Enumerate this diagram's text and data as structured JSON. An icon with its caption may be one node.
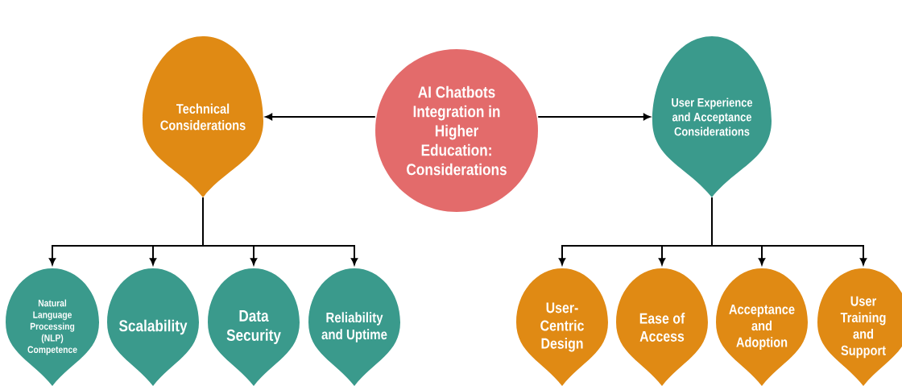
{
  "diagram": {
    "nodes": [
      {
        "text": [
          "AI Chatbots Integration in Higher Education: Considerations"
        ]
      },
      {
        "text": [
          "Technical Considerations"
        ]
      },
      {
        "text": [
          "User Experience and Acceptance Considerations"
        ]
      },
      {
        "text": [
          "Natural Language Processing (NLP) Competence"
        ]
      },
      {
        "text": [
          "Scalability"
        ]
      },
      {
        "text": [
          "Data Security"
        ]
      },
      {
        "text": [
          "Reliability and Uptime"
        ]
      },
      {
        "text": [
          "User-Centric Design"
        ]
      },
      {
        "text": [
          "Ease of Access"
        ]
      },
      {
        "text": [
          "Acceptance and Adoption"
        ]
      },
      {
        "text": [
          "User Training and Support"
        ]
      }
    ],
    "edges": [
      {
        "from": 0,
        "to": 1,
        "arrow": "to"
      },
      {
        "from": 0,
        "to": 2,
        "arrow": "to"
      },
      {
        "from": 1,
        "to": 3,
        "arrow": "to"
      },
      {
        "from": 1,
        "to": 4,
        "arrow": "to"
      },
      {
        "from": 1,
        "to": 5,
        "arrow": "to"
      },
      {
        "from": 1,
        "to": 6,
        "arrow": "to"
      },
      {
        "from": 2,
        "to": 7,
        "arrow": "to"
      },
      {
        "from": 2,
        "to": 8,
        "arrow": "to"
      },
      {
        "from": 2,
        "to": 9,
        "arrow": "to"
      },
      {
        "from": 2,
        "to": 10,
        "arrow": "to"
      }
    ]
  }
}
